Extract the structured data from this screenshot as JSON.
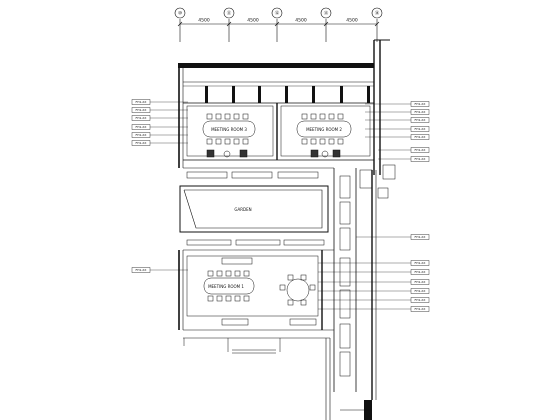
{
  "grid_axes": [
    "⑩",
    "⑪",
    "⑫",
    "⑬",
    "⑭"
  ],
  "dimensions": [
    "4500",
    "4500",
    "4500",
    "4500"
  ],
  "rooms": {
    "meeting_room_3": "MEETING ROOM 3",
    "meeting_room_2": "MEETING ROOM 2",
    "meeting_room_1": "MEETING ROOM 1",
    "garden": "GARDEN"
  },
  "tags_left": [
    "FH1-XX",
    "FH1-XX",
    "FH1-XX",
    "FH1-XX",
    "FH1-XX",
    "FH1-XX",
    "FH1-XX"
  ],
  "tags_right": [
    "FH1-XX",
    "FH1-XX",
    "FH1-XX",
    "FH1-XX",
    "FH1-XX",
    "FH1-XX",
    "FH1-XX",
    "FH1-XX",
    "FH1-XX",
    "FH1-XX",
    "FH1-XX",
    "FH1-XX",
    "FH1-XX",
    "FH1-XX"
  ]
}
